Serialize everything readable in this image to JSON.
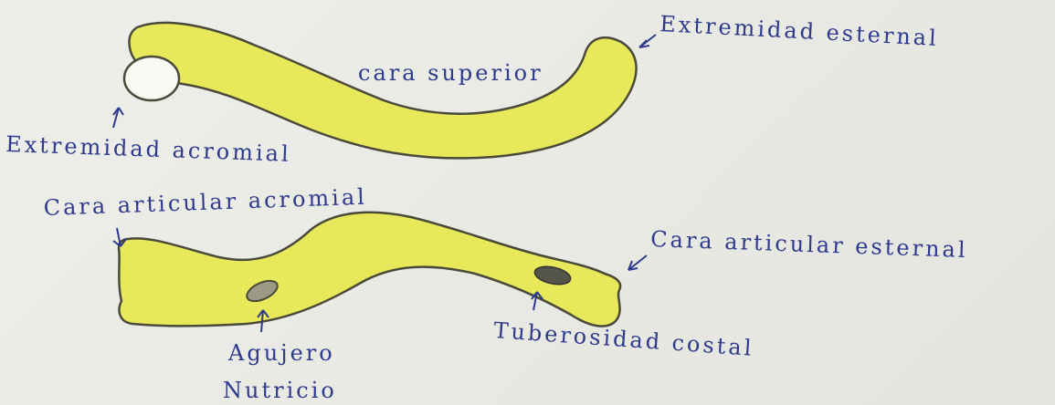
{
  "labels": {
    "extremidad_esternal": "Extremidad esternal",
    "cara_superior": "cara superior",
    "extremidad_acromial": "Extremidad acromial",
    "cara_articular_acromial": "Cara articular acromial",
    "cara_articular_esternal": "Cara articular esternal",
    "tuberosidad_costal": "Tuberosidad costal",
    "agujero": "Agujero",
    "nutricio": "Nutricio"
  },
  "colors": {
    "bone_fill": "#e7e85a",
    "ink": "#2e3a8c",
    "outline": "#4a4a3a"
  }
}
